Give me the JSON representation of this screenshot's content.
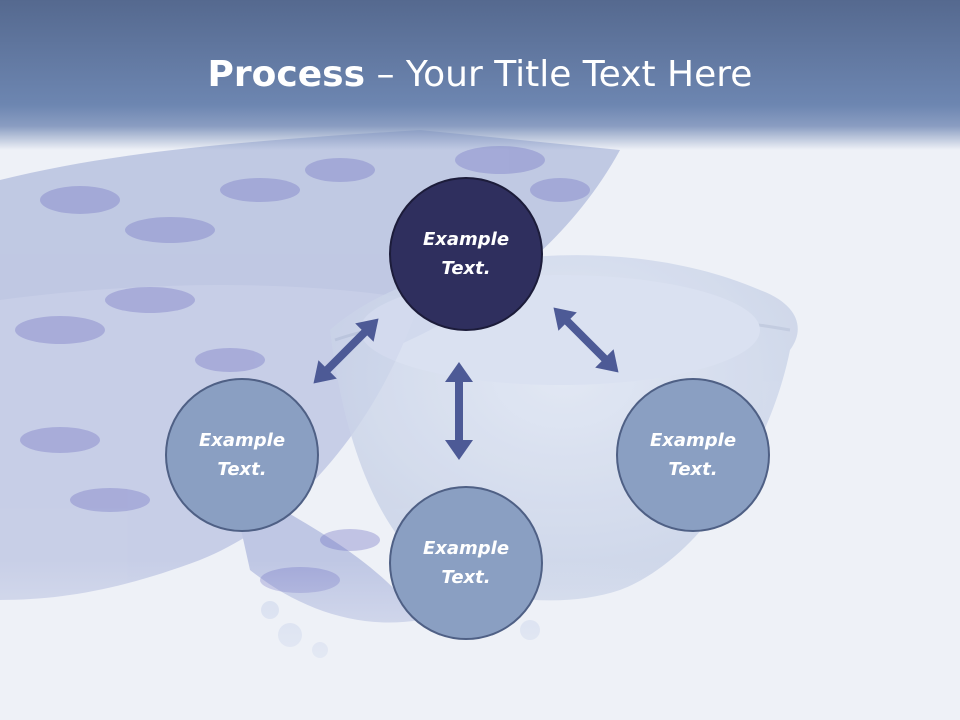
{
  "slide": {
    "title_strong": "Process",
    "title_rest": " – Your Title Text Here"
  },
  "diagram": {
    "center": "Example Text.",
    "left": "Example Text.",
    "right": "Example Text.",
    "bottom": "Example Text."
  },
  "colors": {
    "header": "#6d86b1",
    "center_node": "#2f2f5e",
    "outer_node": "#8a9fc2",
    "arrow": "#4d5a96"
  }
}
